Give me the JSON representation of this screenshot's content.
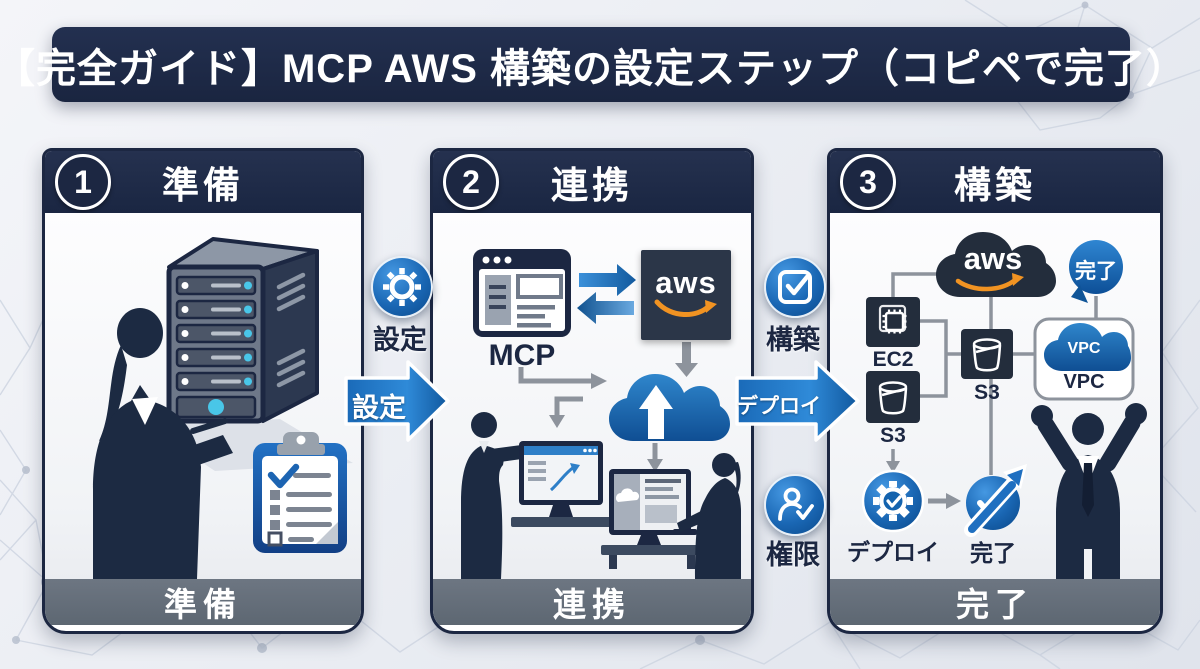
{
  "title": "【完全ガイド】MCP AWS 構築の設定ステップ（コピペで完了）",
  "panels": [
    {
      "number": "1",
      "title": "準備",
      "footer": "準備"
    },
    {
      "number": "2",
      "title": "連携",
      "footer": "連携"
    },
    {
      "number": "3",
      "title": "構築",
      "footer": "完了"
    }
  ],
  "flow": {
    "settings_badge": "設定",
    "settings_arrow": "設定",
    "build_badge": "構築",
    "deploy_arrow": "デプロイ",
    "permission_badge": "権限"
  },
  "integration": {
    "mcp": "MCP",
    "aws": "aws"
  },
  "build": {
    "aws": "aws",
    "done_bubble": "完了",
    "ec2": "EC2",
    "s3_left": "S3",
    "s3_center": "S3",
    "vpc_cloud": "VPC",
    "vpc_label": "VPC",
    "deploy": "デプロイ",
    "done": "完了"
  },
  "colors": {
    "navy": "#1c2742",
    "footer_gray": "#65707b",
    "accent_blue": "#1f6fbe",
    "aws_orange": "#f19322",
    "cyan": "#49c6e8"
  }
}
